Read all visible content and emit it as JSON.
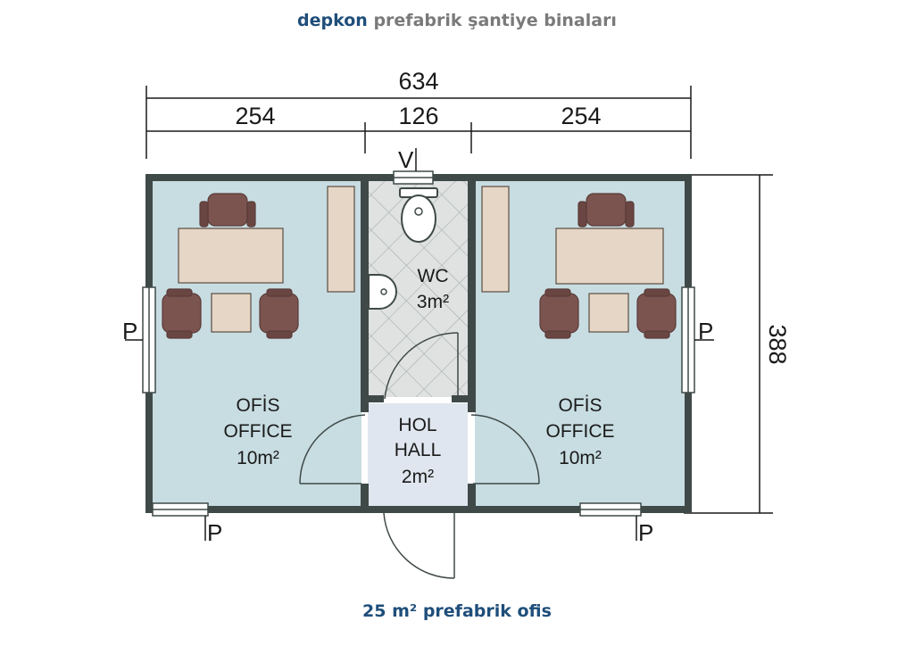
{
  "header": {
    "brand": "depkon",
    "tagline": "prefabrik şantiye binaları"
  },
  "dimensions": {
    "total_width": "634",
    "left_width": "254",
    "middle_width": "126",
    "right_width": "254",
    "height": "388"
  },
  "rooms": {
    "left_office": {
      "line1": "OFİS",
      "line2": "OFFICE",
      "area": "10m²"
    },
    "right_office": {
      "line1": "OFİS",
      "line2": "OFFICE",
      "area": "10m²"
    },
    "wc": {
      "name": "WC",
      "area": "3m²"
    },
    "hall": {
      "line1": "HOL",
      "line2": "HALL",
      "area": "2m²"
    }
  },
  "markers": {
    "window": "P",
    "vent": "V"
  },
  "colors": {
    "brand": "#1f4e7a",
    "tagline": "#7a7a7a",
    "floor": "#c8dde2",
    "hall": "#dfe6ef",
    "wall": "#3f4a48",
    "furniture_chair": "#7b5450",
    "furniture_table": "#e6d6c6"
  },
  "caption": "25 m² prefabrik ofis"
}
